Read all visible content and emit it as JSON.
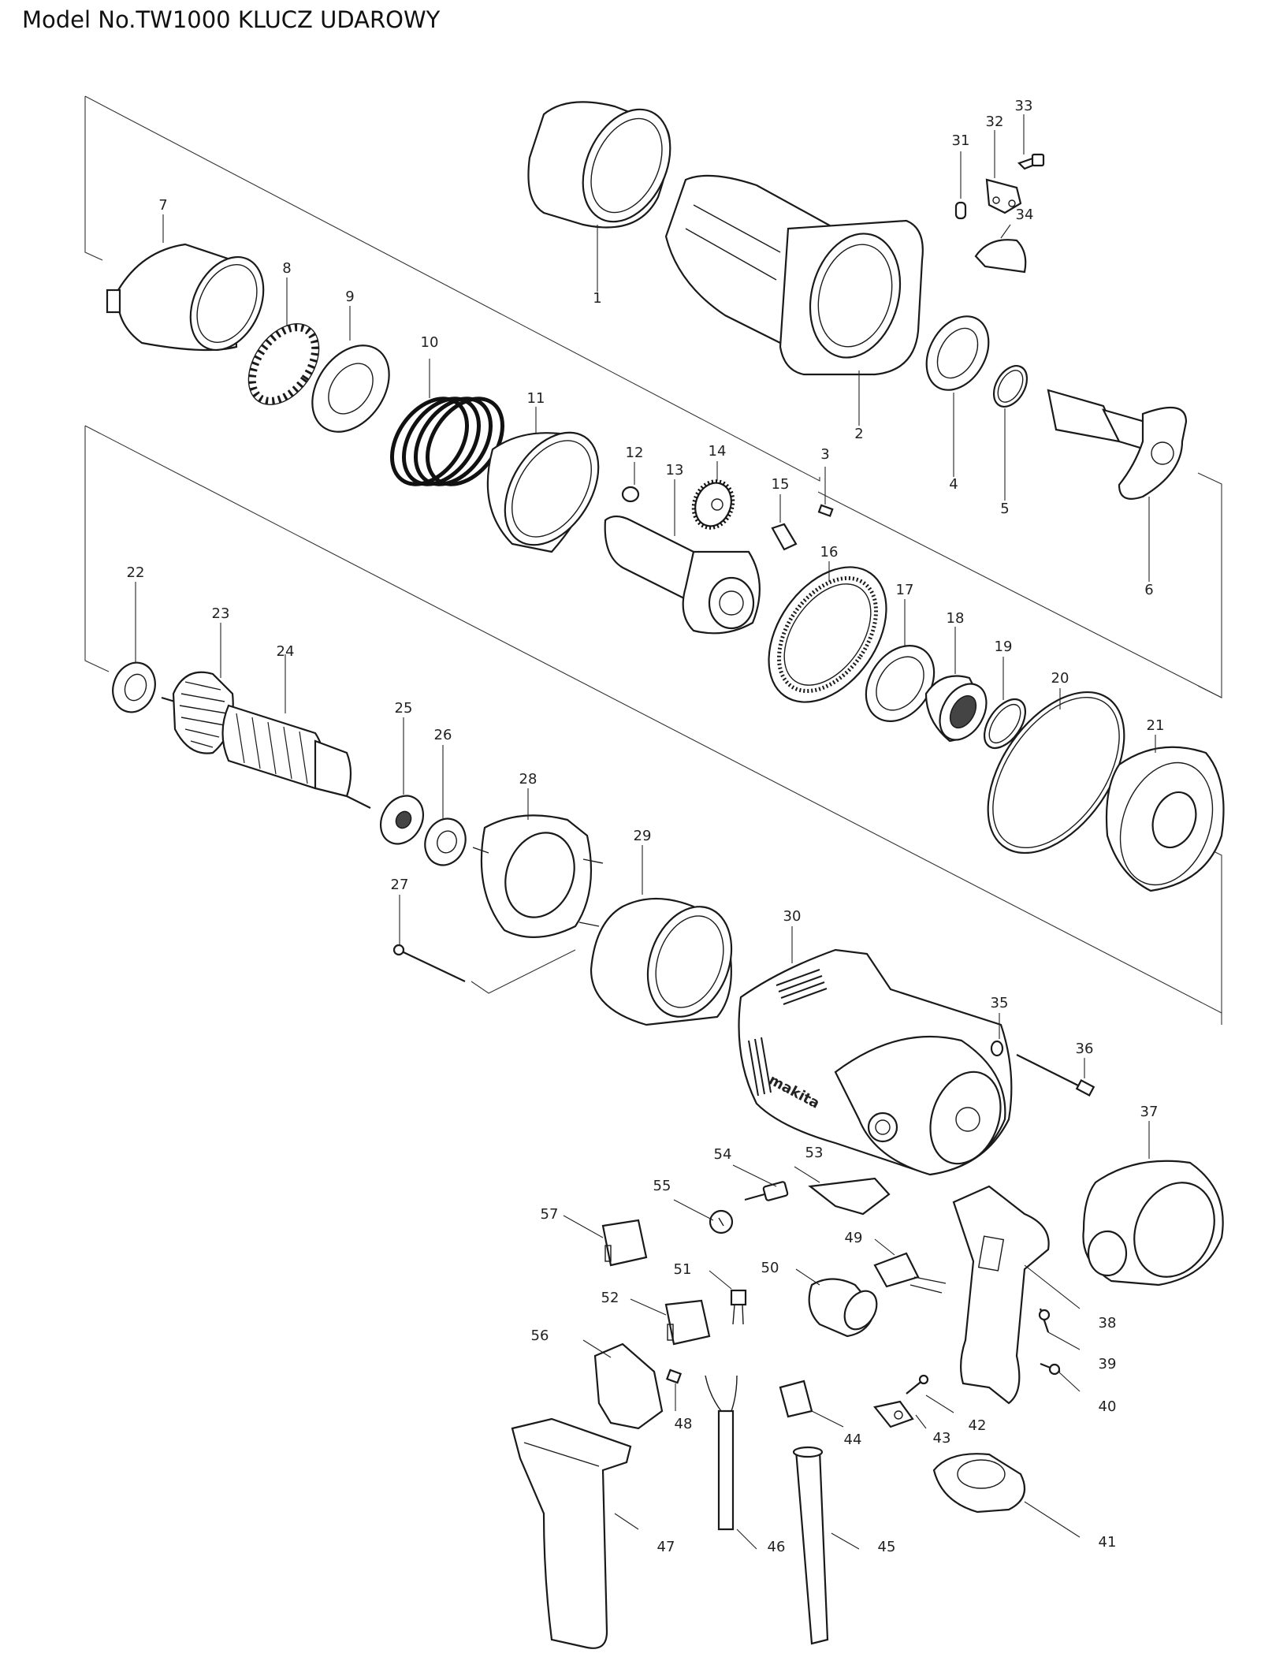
{
  "title": "Model No.TW1000 KLUCZ UDAROWY",
  "callouts": [
    {
      "n": "1"
    },
    {
      "n": "2"
    },
    {
      "n": "3"
    },
    {
      "n": "4"
    },
    {
      "n": "5"
    },
    {
      "n": "6"
    },
    {
      "n": "7"
    },
    {
      "n": "8"
    },
    {
      "n": "9"
    },
    {
      "n": "10"
    },
    {
      "n": "11"
    },
    {
      "n": "12"
    },
    {
      "n": "13"
    },
    {
      "n": "14"
    },
    {
      "n": "15"
    },
    {
      "n": "16"
    },
    {
      "n": "17"
    },
    {
      "n": "18"
    },
    {
      "n": "19"
    },
    {
      "n": "20"
    },
    {
      "n": "21"
    },
    {
      "n": "22"
    },
    {
      "n": "23"
    },
    {
      "n": "24"
    },
    {
      "n": "25"
    },
    {
      "n": "26"
    },
    {
      "n": "27"
    },
    {
      "n": "28"
    },
    {
      "n": "29"
    },
    {
      "n": "30"
    },
    {
      "n": "31"
    },
    {
      "n": "32"
    },
    {
      "n": "33"
    },
    {
      "n": "34"
    },
    {
      "n": "35"
    },
    {
      "n": "36"
    },
    {
      "n": "37"
    },
    {
      "n": "38"
    },
    {
      "n": "39"
    },
    {
      "n": "40"
    },
    {
      "n": "41"
    },
    {
      "n": "42"
    },
    {
      "n": "43"
    },
    {
      "n": "44"
    },
    {
      "n": "45"
    },
    {
      "n": "46"
    },
    {
      "n": "47"
    },
    {
      "n": "48"
    },
    {
      "n": "49"
    },
    {
      "n": "50"
    },
    {
      "n": "51"
    },
    {
      "n": "52"
    },
    {
      "n": "53"
    },
    {
      "n": "54"
    },
    {
      "n": "55"
    },
    {
      "n": "56"
    },
    {
      "n": "57"
    }
  ],
  "brand_logo": "makita"
}
